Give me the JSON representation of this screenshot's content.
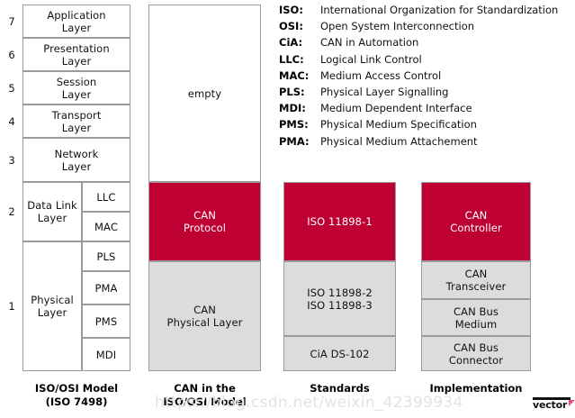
{
  "diagram": {
    "title": "CAN in the ISO/OSI Model",
    "colors": {
      "accent_red": "#BE0033",
      "gray": "#DCDCDC",
      "border": "#9A9A9A",
      "text": "#111111"
    },
    "layer_numbers": [
      "7",
      "6",
      "5",
      "4",
      "3",
      "2",
      "1"
    ],
    "columns": [
      {
        "name": "iso-osi-model",
        "caption_line1": "ISO/OSI Model",
        "caption_line2": "(ISO 7498)",
        "left_blocks": [
          {
            "line1": "Application",
            "line2": "Layer",
            "fill": "white"
          },
          {
            "line1": "Presentation",
            "line2": "Layer",
            "fill": "white"
          },
          {
            "line1": "Session",
            "line2": "Layer",
            "fill": "white"
          },
          {
            "line1": "Transport",
            "line2": "Layer",
            "fill": "white"
          },
          {
            "line1": "Network",
            "line2": "Layer",
            "fill": "white"
          },
          {
            "line1": "Data Link",
            "line2": "Layer",
            "fill": "white"
          },
          {
            "line1": "Physical",
            "line2": "Layer",
            "fill": "white"
          }
        ],
        "sub_blocks": [
          {
            "label": "LLC",
            "fill": "white"
          },
          {
            "label": "MAC",
            "fill": "white"
          },
          {
            "label": "PLS",
            "fill": "white"
          },
          {
            "label": "PMA",
            "fill": "white"
          },
          {
            "label": "PMS",
            "fill": "white"
          },
          {
            "label": "MDI",
            "fill": "white"
          }
        ]
      },
      {
        "name": "can-in-iso-osi-model",
        "caption_line1": "CAN in the",
        "caption_line2": "ISO/OSI Model",
        "blocks": [
          {
            "line1": "empty",
            "line2": "",
            "fill": "white"
          },
          {
            "line1": "CAN",
            "line2": "Protocol",
            "fill": "red"
          },
          {
            "line1": "CAN",
            "line2": "Physical Layer",
            "fill": "gray"
          }
        ]
      },
      {
        "name": "standards",
        "caption_line1": "Standards",
        "caption_line2": "",
        "blocks": [
          {
            "line1": "ISO 11898-1",
            "line2": "",
            "fill": "red"
          },
          {
            "line1": "ISO 11898-2",
            "line2": "ISO 11898-3",
            "fill": "gray"
          },
          {
            "line1": "CiA DS-102",
            "line2": "",
            "fill": "gray"
          }
        ]
      },
      {
        "name": "implementation",
        "caption_line1": "Implementation",
        "caption_line2": "",
        "blocks": [
          {
            "line1": "CAN",
            "line2": "Controller",
            "fill": "red"
          },
          {
            "line1": "CAN",
            "line2": "Transceiver",
            "fill": "gray"
          },
          {
            "line1": "CAN Bus",
            "line2": "Medium",
            "fill": "gray"
          },
          {
            "line1": "CAN Bus",
            "line2": "Connector",
            "fill": "gray"
          }
        ]
      }
    ],
    "legend": [
      {
        "key": "ISO:",
        "value": "International Organization for Standardization"
      },
      {
        "key": "OSI:",
        "value": "Open System Interconnection"
      },
      {
        "key": "CiA:",
        "value": "CAN in Automation"
      },
      {
        "key": "LLC:",
        "value": "Logical Link Control"
      },
      {
        "key": "MAC:",
        "value": "Medium Access Control"
      },
      {
        "key": "PLS:",
        "value": "Physical Layer Signalling"
      },
      {
        "key": "MDI:",
        "value": "Medium Dependent Interface"
      },
      {
        "key": "PMS:",
        "value": "Physical Medium Specification"
      },
      {
        "key": "PMA:",
        "value": "Physical Medium Attachement"
      }
    ],
    "watermark": "https://blog.csdn.net/weixin_42399934",
    "logo": {
      "text": "vector"
    }
  }
}
